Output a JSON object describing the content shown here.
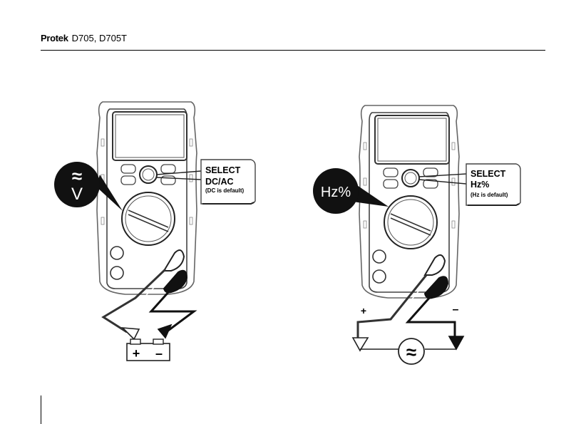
{
  "header": {
    "brand": "Protek",
    "model": "D705, D705T"
  },
  "left": {
    "function_symbol_top": "≈",
    "function_symbol_bottom": "V",
    "select_line1": "SELECT",
    "select_line2": "DC/AC",
    "select_line3": "(DC is default)",
    "battery_plus": "+",
    "battery_minus": "–"
  },
  "right": {
    "function_symbol": "Hz%",
    "select_line1": "SELECT",
    "select_line2": "Hz%",
    "select_line3": "(Hz is default)",
    "plus": "+",
    "minus": "–",
    "source_symbol": "≈"
  }
}
